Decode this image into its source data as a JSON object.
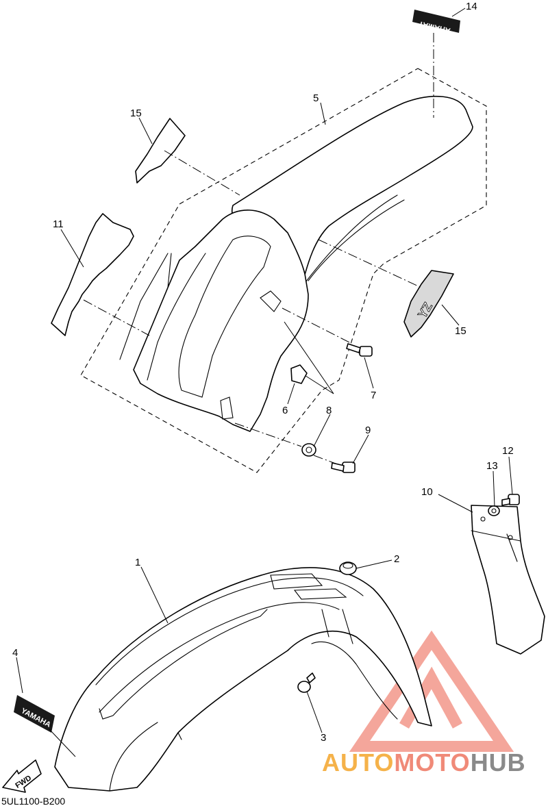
{
  "diagram": {
    "code": "5UL1100-B200",
    "callouts": [
      "1",
      "2",
      "3",
      "4",
      "5",
      "6",
      "7",
      "8",
      "9",
      "10",
      "11",
      "12",
      "13",
      "14",
      "15",
      "15"
    ],
    "decal_text": "YAMAHA",
    "fwd_label": "FWD"
  },
  "watermark": {
    "part1": "AUTO",
    "part2": "MOTO",
    "part3": "HUB",
    "colors": {
      "orange": "#f5b24a",
      "salmon": "#f08a78",
      "gray": "#8a8a8a",
      "triangle": "#f3978a"
    }
  }
}
